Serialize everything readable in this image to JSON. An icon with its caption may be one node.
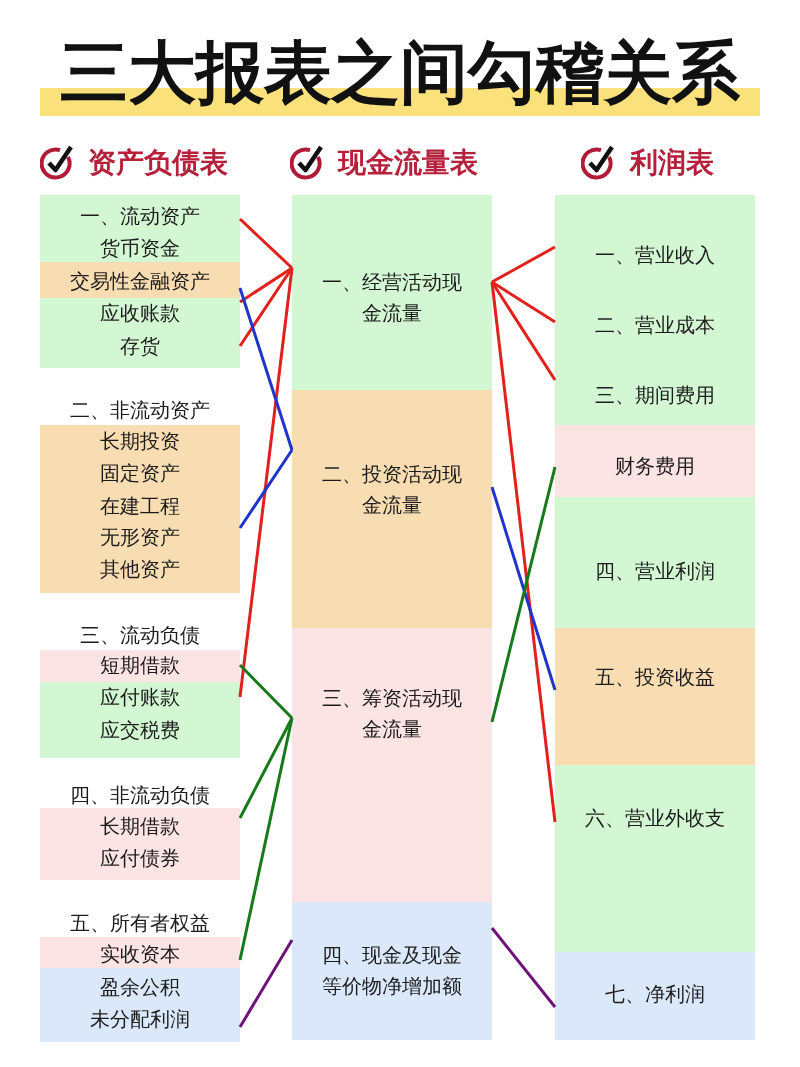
{
  "diagram": {
    "title": "三大报表之间勾稽关系",
    "nodes": [
      {
        "text": [
          "一、流动资产"
        ]
      },
      {
        "text": [
          "货币资金"
        ]
      },
      {
        "text": [
          "交易性金融资产"
        ]
      },
      {
        "text": [
          "应收账款"
        ]
      },
      {
        "text": [
          "存货"
        ]
      },
      {
        "text": [
          "长期投资"
        ]
      },
      {
        "text": [
          "固定资产"
        ]
      },
      {
        "text": [
          "在建工程"
        ]
      },
      {
        "text": [
          "无形资产"
        ]
      },
      {
        "text": [
          "其他资产"
        ]
      },
      {
        "text": [
          "短期借款"
        ]
      },
      {
        "text": [
          "应付账款"
        ]
      },
      {
        "text": [
          "应交税费"
        ]
      },
      {
        "text": [
          "长期借款"
        ]
      },
      {
        "text": [
          "应付债券"
        ]
      },
      {
        "text": [
          "实收资本"
        ]
      },
      {
        "text": [
          "盈余公积"
        ]
      },
      {
        "text": [
          "未分配利润"
        ]
      },
      {
        "text": [
          "一、经营活动现金流量"
        ]
      },
      {
        "text": [
          "二、投资活动现金流量"
        ]
      },
      {
        "text": [
          "三、筹资活动现金流量"
        ]
      },
      {
        "text": [
          "四、现金及现金等价物净增加额"
        ]
      },
      {
        "text": [
          "一、营业收入"
        ]
      },
      {
        "text": [
          "二、营业成本"
        ]
      },
      {
        "text": [
          "三、期间费用"
        ]
      },
      {
        "text": [
          "财务费用"
        ]
      },
      {
        "text": [
          "四、营业利润"
        ]
      },
      {
        "text": [
          "五、投资收益"
        ]
      },
      {
        "text": [
          "六、营业外收支"
        ]
      },
      {
        "text": [
          "七、净利润"
        ]
      }
    ],
    "edges": [
      {
        "from": 0,
        "to": 18,
        "arrow": "none"
      },
      {
        "from": 3,
        "to": 18,
        "arrow": "none"
      },
      {
        "from": 4,
        "to": 18,
        "arrow": "none"
      },
      {
        "from": 11,
        "to": 18,
        "arrow": "none"
      },
      {
        "from": 2,
        "to": 19,
        "arrow": "none",
        "color": "#1f35c8"
      },
      {
        "from": 8,
        "to": 19,
        "arrow": "none",
        "color": "#1f35c8"
      },
      {
        "from": 10,
        "to": 20,
        "arrow": "none",
        "color": "#17791a"
      },
      {
        "from": 13,
        "to": 20,
        "arrow": "none",
        "color": "#17791a"
      },
      {
        "from": 15,
        "to": 20,
        "arrow": "none",
        "color": "#17791a"
      },
      {
        "from": 17,
        "to": 21,
        "arrow": "none",
        "color": "#6c1478"
      },
      {
        "from": 22,
        "to": 18,
        "arrow": "none"
      },
      {
        "from": 23,
        "to": 18,
        "arrow": "none"
      },
      {
        "from": 24,
        "to": 18,
        "arrow": "none"
      },
      {
        "from": 28,
        "to": 18,
        "arrow": "none"
      },
      {
        "from": 27,
        "to": 19,
        "arrow": "none",
        "color": "#1f35c8"
      },
      {
        "from": 25,
        "to": 20,
        "arrow": "none",
        "color": "#17791a"
      },
      {
        "from": 29,
        "to": 21,
        "arrow": "none",
        "color": "#6c1478"
      }
    ],
    "labels": [
      "资产负债表",
      "现金流量表",
      "利润表",
      "二、非流动资产",
      "三、流动负债",
      "四、非流动负债",
      "五、所有者权益"
    ]
  }
}
